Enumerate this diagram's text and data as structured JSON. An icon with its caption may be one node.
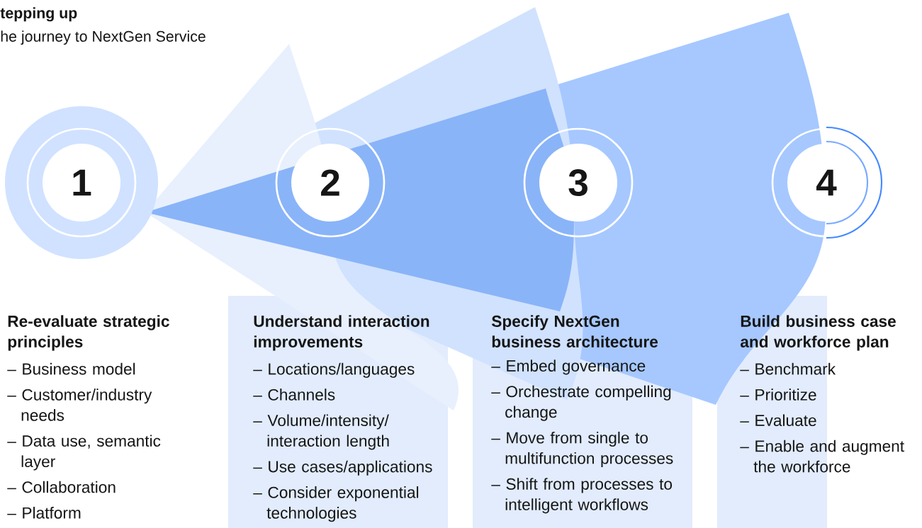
{
  "diagram": {
    "title": "tepping up",
    "nodes": [
      {
        "text": [
          "1"
        ]
      },
      {
        "text": [
          "2"
        ]
      },
      {
        "text": [
          "3"
        ]
      },
      {
        "text": [
          "4"
        ]
      },
      {
        "text": [
          "Re-evaluate strategic principles",
          "– Business model",
          "– Customer/industry needs",
          "– Data use, semantic layer",
          "– Collaboration",
          "– Platform"
        ]
      },
      {
        "text": [
          "Understand interaction improvements",
          "– Locations/languages",
          "– Channels",
          "– Volume/intensity/ interaction length",
          "– Use cases/applications",
          "– Consider exponential technologies"
        ]
      },
      {
        "text": [
          "Specify NextGen business architecture",
          "– Embed governance",
          "– Orchestrate compelling change",
          "– Move from single to multifunction processes",
          "– Shift from processes to intelligent workflows"
        ]
      },
      {
        "text": [
          "Build business case and workforce plan",
          "– Benchmark",
          "– Prioritize",
          "– Evaluate",
          "– Enable and augment the workforce"
        ]
      }
    ],
    "edges": [],
    "labels": [
      "he journey to NextGen Service"
    ]
  }
}
